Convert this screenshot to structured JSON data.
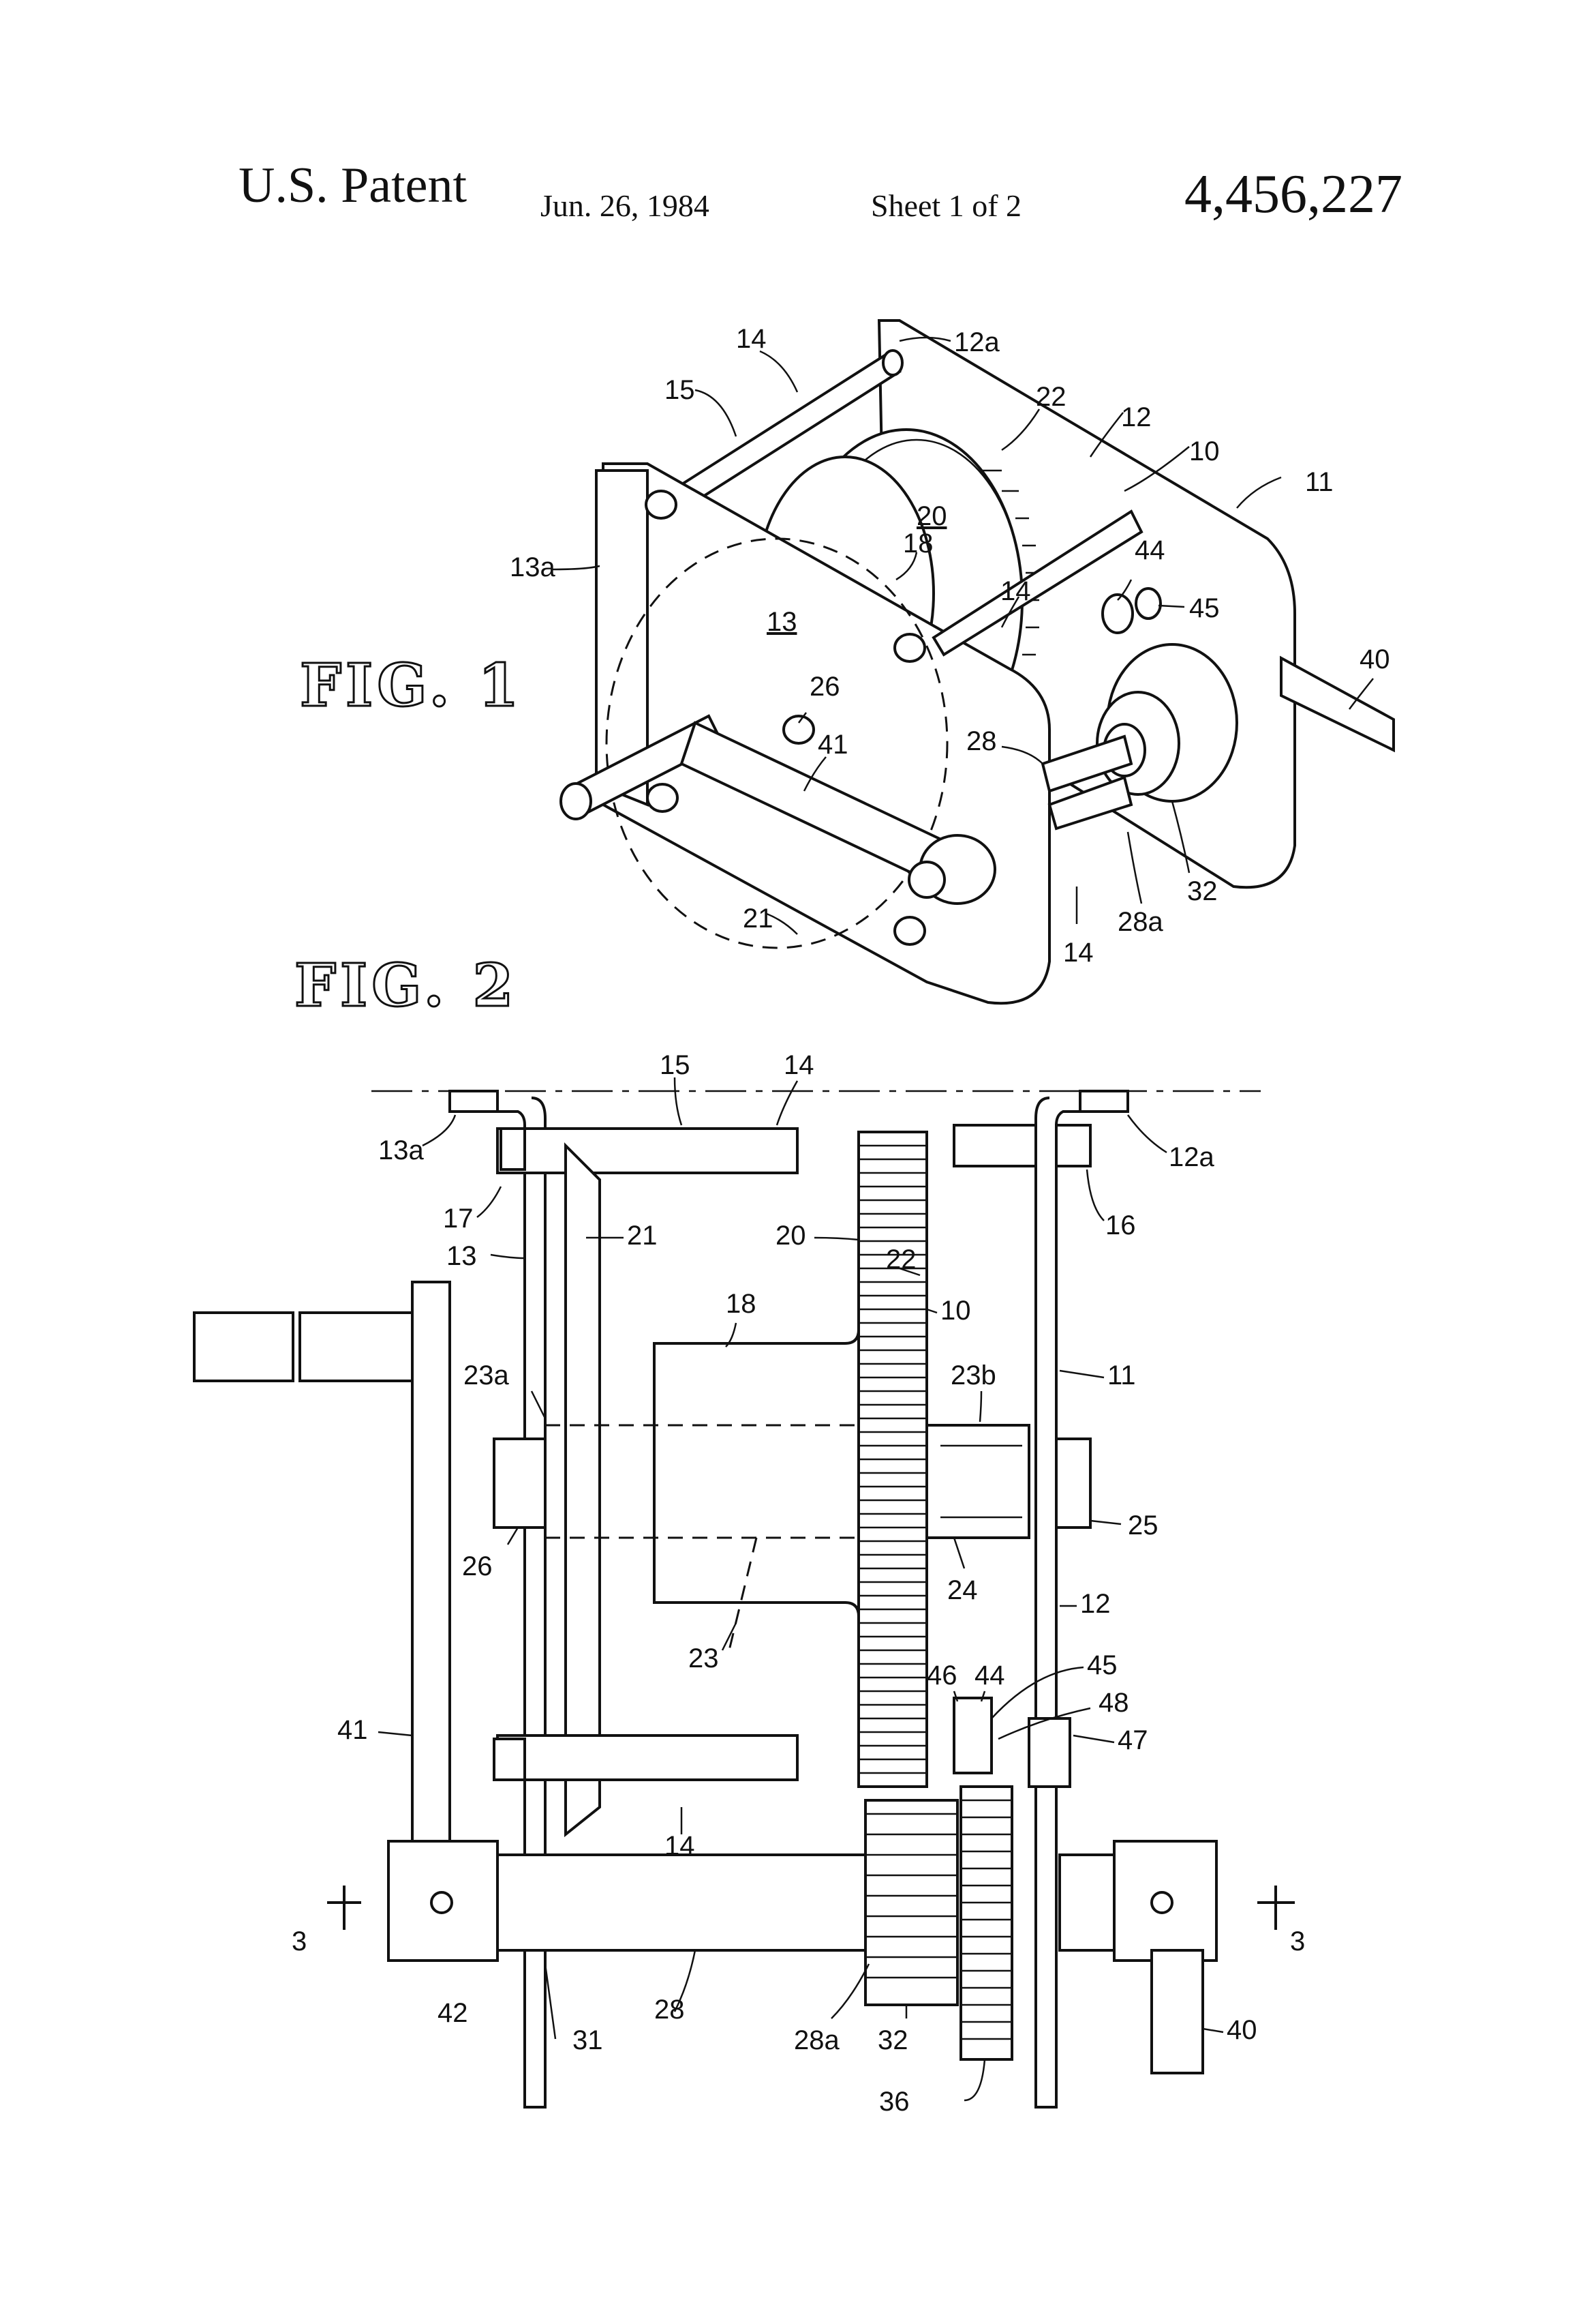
{
  "header": {
    "left": "U.S. Patent",
    "date": "Jun. 26, 1984",
    "sheet": "Sheet 1 of 2",
    "number": "4,456,227"
  },
  "figures": {
    "fig1_title": "FIG. 1",
    "fig2_title": "FIG. 2"
  },
  "fig1_labels": [
    "14",
    "12a",
    "15",
    "22",
    "12",
    "10",
    "20",
    "11",
    "13a",
    "18",
    "44",
    "45",
    "13",
    "40",
    "26",
    "28",
    "41",
    "32",
    "28a",
    "21",
    "14",
    "14"
  ],
  "fig2_labels": [
    "15",
    "14",
    "13a",
    "12a",
    "17",
    "16",
    "13",
    "21",
    "20",
    "22",
    "18",
    "10",
    "23a",
    "23b",
    "11",
    "25",
    "26",
    "24",
    "12",
    "23",
    "46",
    "44",
    "45",
    "48",
    "47",
    "41",
    "14",
    "3",
    "3",
    "42",
    "31",
    "28",
    "28a",
    "32",
    "40",
    "36"
  ]
}
